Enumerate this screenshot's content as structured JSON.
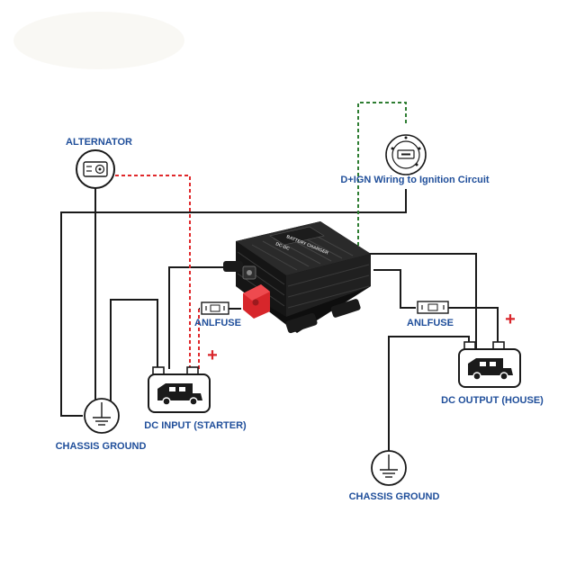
{
  "labels": {
    "alternator": "ALTERNATOR",
    "ignition": "D+IGN Wiring to Ignition Circuit",
    "anlfuse_left": "ANLFUSE",
    "anlfuse_right": "ANLFUSE",
    "dc_input": "DC INPUT (STARTER)",
    "dc_output": "DC OUTPUT (HOUSE)",
    "chassis_ground_left": "CHASSIS GROUND",
    "chassis_ground_right": "CHASSIS GROUND",
    "plus_left": "+",
    "plus_right": "+"
  },
  "charger": {
    "label_line1": "BATTERY CHARGER",
    "label_line2": "DC-DC"
  },
  "colors": {
    "label_blue": "#1f4e9a",
    "wire_black": "#1a1a1a",
    "wire_red_dashed": "#e0282b",
    "wire_green_dashed": "#2e7d32",
    "positive_red": "#d9262b",
    "charger_body": "#1c1c1c"
  },
  "icons": [
    "alternator-icon",
    "ignition-switch-icon",
    "fuse-icon",
    "rv-battery-icon",
    "ground-icon",
    "charger-device"
  ]
}
